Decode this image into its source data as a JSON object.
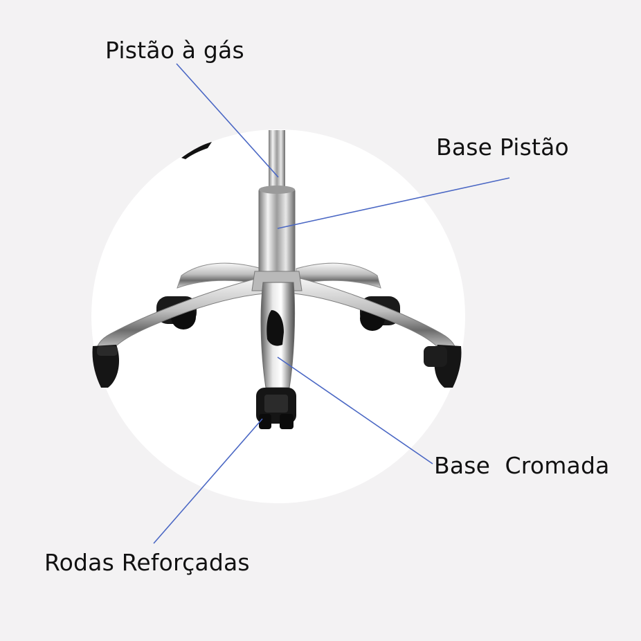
{
  "colors": {
    "background": "#f3f2f3",
    "spotlight": "#ffffff",
    "leader_line": "#4a67c4",
    "label_text": "#111111",
    "chrome_dark": "#6e6e6e",
    "chrome_light": "#f6f6f6",
    "caster": "#141414"
  },
  "callouts": {
    "gas_piston": "Pistão à gás",
    "piston_base": "Base Pistão",
    "chrome_base": "Base  Cromada",
    "wheels": "Rodas Reforçadas"
  },
  "icons": {
    "product": "chair-base-illustration"
  }
}
